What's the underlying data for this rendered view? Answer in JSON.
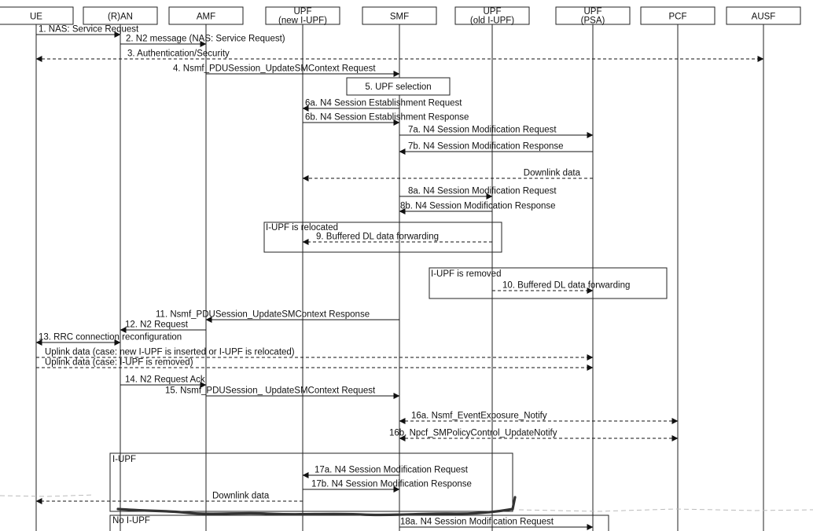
{
  "participants": [
    {
      "id": "ue",
      "lines": [
        "UE"
      ]
    },
    {
      "id": "ran",
      "lines": [
        "(R)AN"
      ]
    },
    {
      "id": "amf",
      "lines": [
        "AMF"
      ]
    },
    {
      "id": "new_iupf",
      "lines": [
        "UPF",
        "(new I-UPF)"
      ]
    },
    {
      "id": "smf",
      "lines": [
        "SMF"
      ]
    },
    {
      "id": "old_iupf",
      "lines": [
        "UPF",
        "(old I-UPF)"
      ]
    },
    {
      "id": "psa",
      "lines": [
        "UPF",
        "(PSA)"
      ]
    },
    {
      "id": "pcf",
      "lines": [
        "PCF"
      ]
    },
    {
      "id": "ausf",
      "lines": [
        "AUSF"
      ]
    }
  ],
  "steps": [
    {
      "id": "s1",
      "label": "1. NAS: Service Request",
      "from": "ue",
      "to": "ran",
      "style": "solid"
    },
    {
      "id": "s2",
      "label": "2. N2 message (NAS: Service Request)",
      "from": "ran",
      "to": "amf",
      "style": "solid"
    },
    {
      "id": "s3",
      "label": "3. Authentication/Security",
      "from": "ue",
      "to": "ausf",
      "style": "dashed",
      "bidirectional": true
    },
    {
      "id": "s4",
      "label": "4. Nsmf_PDUSession_UpdateSMContext Request",
      "from": "amf",
      "to": "smf",
      "style": "solid"
    },
    {
      "id": "s6a",
      "label": "6a. N4 Session Establishment Request",
      "from": "smf",
      "to": "new_iupf",
      "style": "solid"
    },
    {
      "id": "s6b",
      "label": "6b. N4 Session Establishment Response",
      "from": "new_iupf",
      "to": "smf",
      "style": "solid"
    },
    {
      "id": "s7a",
      "label": "7a. N4 Session Modification Request",
      "from": "smf",
      "to": "psa",
      "style": "solid"
    },
    {
      "id": "s7b",
      "label": "7b. N4 Session Modification Response",
      "from": "psa",
      "to": "smf",
      "style": "solid"
    },
    {
      "id": "sdl1",
      "label": "Downlink data",
      "from": "psa",
      "to": "new_iupf",
      "style": "dashed"
    },
    {
      "id": "s8a",
      "label": "8a. N4 Session Modification Request",
      "from": "smf",
      "to": "old_iupf",
      "style": "solid"
    },
    {
      "id": "s8b",
      "label": "8b. N4 Session Modification Response",
      "from": "old_iupf",
      "to": "smf",
      "style": "solid"
    },
    {
      "id": "s9",
      "label": "9. Buffered DL data forwarding",
      "from": "old_iupf",
      "to": "new_iupf",
      "style": "dashed"
    },
    {
      "id": "s10",
      "label": "10. Buffered DL data forwarding",
      "from": "old_iupf",
      "to": "psa",
      "style": "dashed"
    },
    {
      "id": "s11",
      "label": "11. Nsmf_PDUSession_UpdateSMContext Response",
      "from": "smf",
      "to": "amf",
      "style": "solid"
    },
    {
      "id": "s12",
      "label": "12. N2 Request",
      "from": "amf",
      "to": "ran",
      "style": "solid"
    },
    {
      "id": "s13",
      "label": "13. RRC connection reconfiguration",
      "from": "ran",
      "to": "ue",
      "style": "solid",
      "bidirectional": true
    },
    {
      "id": "sul1",
      "label": "Uplink data (case: new I-UPF is inserted or I-UPF is relocated)",
      "from": "ue",
      "to": "psa",
      "style": "dashed"
    },
    {
      "id": "sul2",
      "label": "Uplink data (case: I-UPF is removed)",
      "from": "ue",
      "to": "psa",
      "style": "dashed"
    },
    {
      "id": "s14",
      "label": "14. N2 Request Ack",
      "from": "ran",
      "to": "amf",
      "style": "solid"
    },
    {
      "id": "s15",
      "label": "15. Nsmf_PDUSession_ UpdateSMContext Request",
      "from": "amf",
      "to": "smf",
      "style": "solid"
    },
    {
      "id": "s16a",
      "label": "16a. Nsmf_EventExposure_Notify",
      "from": "smf",
      "to": "pcf",
      "style": "dashed",
      "bidirectional": true
    },
    {
      "id": "s16b",
      "label": "16b. Npcf_SMPolicyControl_UpdateNotify",
      "from": "pcf",
      "to": "smf",
      "style": "dashed",
      "bidirectional": true
    },
    {
      "id": "s17a",
      "label": "17a. N4 Session Modification Request",
      "from": "smf",
      "to": "new_iupf",
      "style": "solid"
    },
    {
      "id": "s17b",
      "label": "17b. N4 Session Modification Response",
      "from": "new_iupf",
      "to": "smf",
      "style": "solid"
    },
    {
      "id": "sdl2",
      "label": "Downlink data",
      "from": "new_iupf",
      "to": "ue",
      "style": "dashed"
    },
    {
      "id": "s18a",
      "label": "18a. N4 Session Modification Request",
      "from": "smf",
      "to": "psa",
      "style": "solid"
    }
  ],
  "process_boxes": [
    {
      "id": "upf-selection",
      "label": "5. UPF selection"
    }
  ],
  "frames": [
    {
      "id": "iupf-relocated",
      "label": "I-UPF is relocated"
    },
    {
      "id": "iupf-removed",
      "label": "I-UPF is removed"
    },
    {
      "id": "iupf",
      "label": "I-UPF"
    },
    {
      "id": "no-iupf",
      "label": "No I-UPF"
    }
  ]
}
